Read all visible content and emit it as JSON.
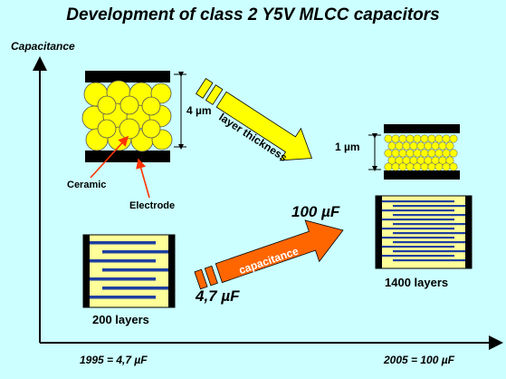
{
  "title": "Development of class 2 Y5V MLCC capacitors",
  "axis": {
    "y_label": "Capacitance"
  },
  "top_left": {
    "thickness_label": "4 µm"
  },
  "top_right": {
    "thickness_label": "1 µm"
  },
  "labels": {
    "ceramic": "Ceramic",
    "electrode": "Electrode"
  },
  "arrows": {
    "thickness": "layer thickness",
    "capacitance": "capacitance"
  },
  "values": {
    "high": "100 µF",
    "low": "4,7 µF"
  },
  "capacitors": {
    "left_layers": "200 layers",
    "right_layers": "1400 layers"
  },
  "timeline": {
    "start": "1995 = 4,7 µF",
    "end": "2005 = 100 µF"
  },
  "colors": {
    "background": "#ccffff",
    "ceramic_grain": "#ffff00",
    "capacitor_body": "#ffff99",
    "electrode_blue": "#1f3fa0",
    "arrow_orange": "#ff6600",
    "arrow_yellow": "#ffff00",
    "leader_red": "#ff3300"
  }
}
